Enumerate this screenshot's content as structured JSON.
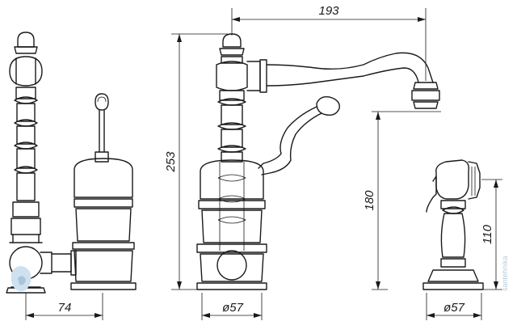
{
  "drawing": {
    "dimensions": {
      "spout_reach": "193",
      "total_height": "253",
      "spout_height": "180",
      "side_offset": "74",
      "base_diameter": "ø57",
      "spray_base_diameter": "ø57",
      "spray_height": "110"
    },
    "watermark": "santehnika"
  }
}
